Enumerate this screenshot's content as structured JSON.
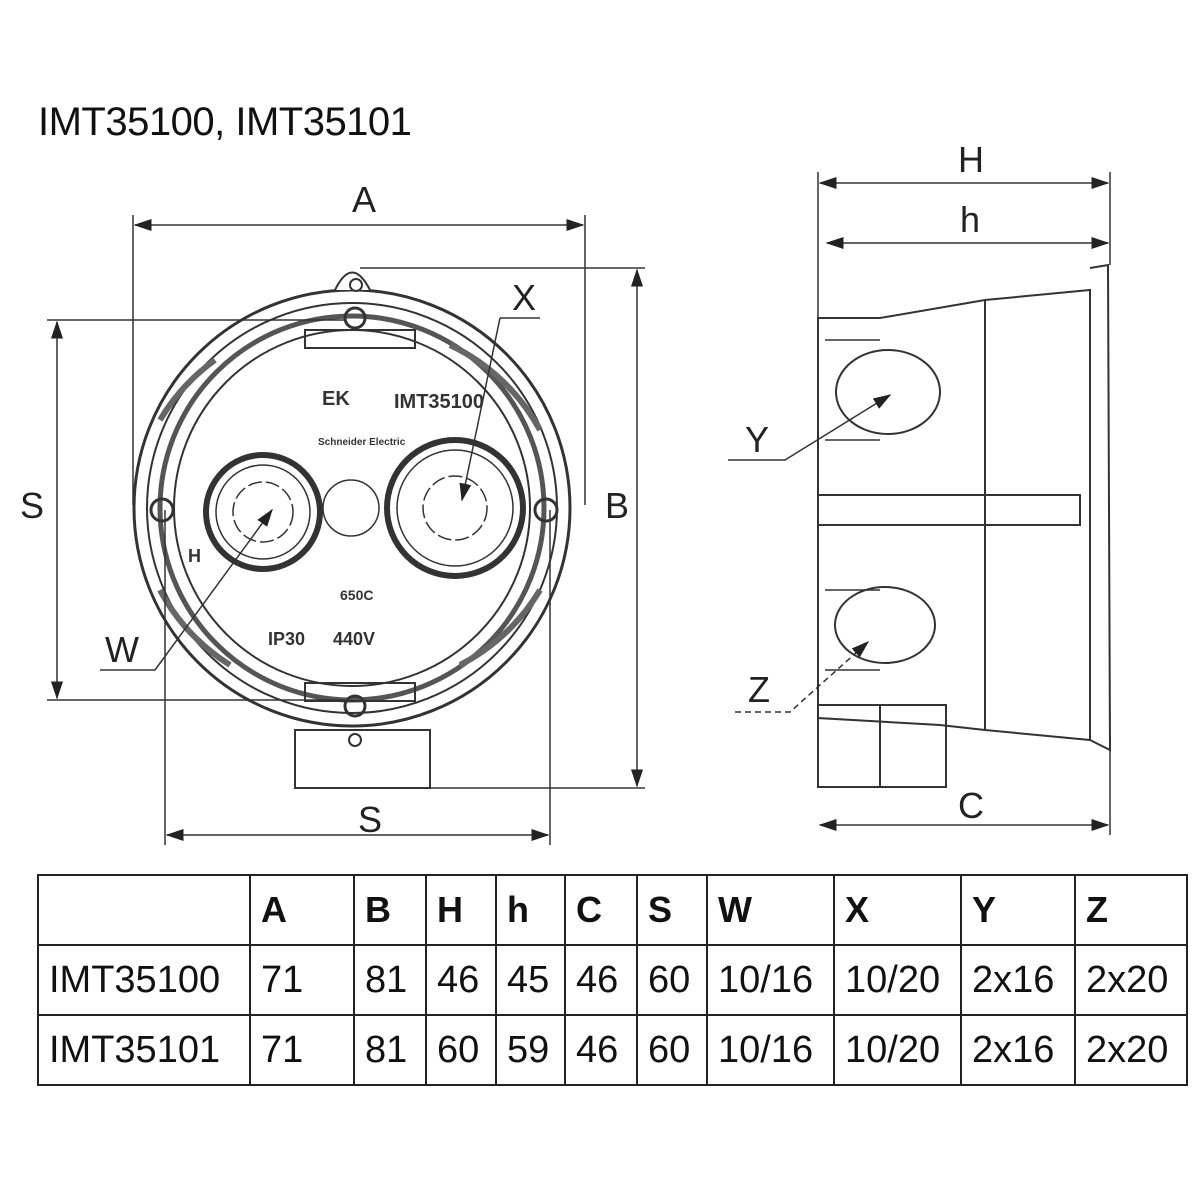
{
  "title": "IMT35100, IMT35101",
  "front_view": {
    "dim_labels": {
      "A": "A",
      "B": "B",
      "S_left": "S",
      "S_bottom": "S",
      "X": "X",
      "W": "W"
    },
    "markings": {
      "model": "IMT35100",
      "brand": "Schneider Electric",
      "logo": "EK",
      "ip": "IP30",
      "voltage": "440V",
      "temp": "650C",
      "mark": "H"
    }
  },
  "side_view": {
    "dim_labels": {
      "H": "H",
      "h": "h",
      "C": "C",
      "Y": "Y",
      "Z": "Z"
    }
  },
  "table": {
    "headers": [
      "",
      "A",
      "B",
      "H",
      "h",
      "C",
      "S",
      "W",
      "X",
      "Y",
      "Z"
    ],
    "rows": [
      [
        "IMT35100",
        "71",
        "81",
        "46",
        "45",
        "46",
        "60",
        "10/16",
        "10/20",
        "2x16",
        "2x20"
      ],
      [
        "IMT35101",
        "71",
        "81",
        "60",
        "59",
        "46",
        "60",
        "10/16",
        "10/20",
        "2x16",
        "2x20"
      ]
    ]
  }
}
